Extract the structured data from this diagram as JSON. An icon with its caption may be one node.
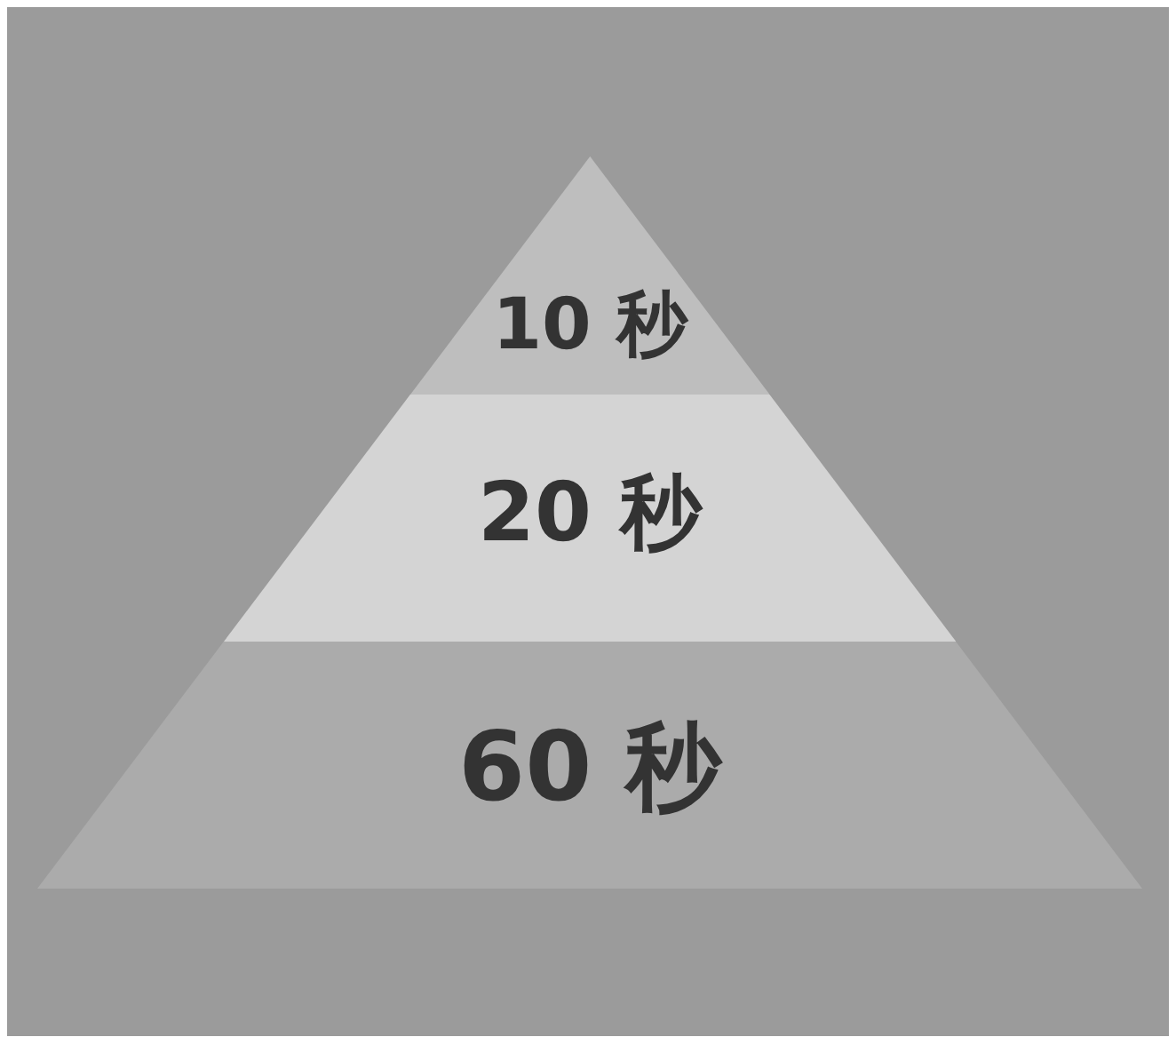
{
  "diagram": {
    "nodes": [
      {
        "text": [
          "10 秒"
        ]
      },
      {
        "text": [
          "20 秒"
        ]
      },
      {
        "text": [
          "60 秒"
        ]
      }
    ]
  }
}
